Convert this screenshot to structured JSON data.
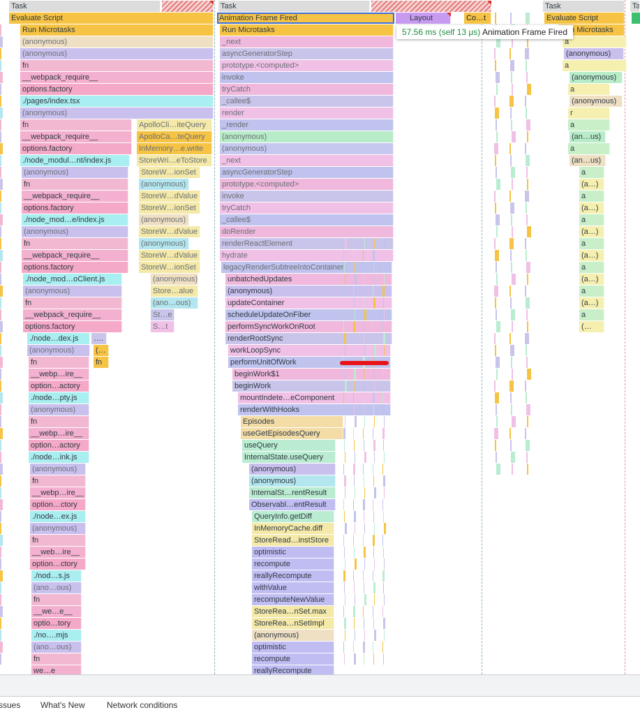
{
  "flame_chart": {
    "tooltip": {
      "duration": "57.56 ms (self 13 μs)",
      "name": "Animation Frame Fired"
    },
    "columns": [
      {
        "id": "col1",
        "rows": [
          "Task",
          "Evaluate Script",
          "Run Microtasks",
          "(anonymous)",
          "(anonymous)",
          "fn",
          "__webpack_require__",
          "options.factory",
          "./pages/index.tsx",
          "(anonymous)",
          "fn",
          "__webpack_require__",
          "options.factory",
          "./node_modul…nt/index.js",
          "(anonymous)",
          "fn",
          "__webpack_require__",
          "options.factory",
          "./node_mod…e/index.js",
          "(anonymous)",
          "fn",
          "__webpack_require__",
          "options.factory",
          "./node_mod…oClient.js",
          "(anonymous)",
          "fn",
          "__webpack_require__",
          "options.factory",
          "./node…dex.js",
          "(anonymous)",
          "fn",
          "__webp…ire__",
          "option…actory",
          "./node…pty.js",
          "(anonymous)",
          "fn",
          "__webp…ire__",
          "option…actory",
          "./node…ink.js",
          "(anonymous)",
          "fn",
          "__webp…ire__",
          "option…ctory",
          "./node…ex.js",
          "(anonymous)",
          "fn",
          "__web…ire__",
          "option…ctory",
          "./nod…s.js",
          "(ano…ous)",
          "fn",
          "__we…e__",
          "optio…tory",
          "./no….mjs",
          "(ano…ous)",
          "fn",
          "we…e"
        ]
      },
      {
        "id": "col1b",
        "rows": [
          "ApolloCli…iteQuery",
          "ApolloCa…teQuery",
          "InMemory…e.write",
          "StoreWri…eToStore",
          "StoreW…ionSet",
          "(anonymous)",
          "StoreW…dValue",
          "StoreW…ionSet",
          "(anonymous)",
          "StoreW…dValue",
          "(anonymous)",
          "StoreW…dValue",
          "StoreW…ionSet",
          "(anonymous)",
          "Store…alue",
          "(ano…ous)",
          "St…e",
          "S…t"
        ]
      },
      {
        "id": "col1c",
        "rows": [
          "….",
          "(…",
          "fn"
        ]
      },
      {
        "id": "col2",
        "rows": [
          "Task",
          "Animation Frame Fired",
          "Run Microtasks",
          "_next",
          "asyncGeneratorStep",
          "prototype.<computed>",
          "invoke",
          "tryCatch",
          "_callee$",
          "render",
          "_render",
          "(anonymous)",
          "(anonymous)",
          "_next",
          "asyncGeneratorStep",
          "prototype.<computed>",
          "invoke",
          "tryCatch",
          "_callee$",
          "doRender",
          "renderReactElement",
          "hydrate",
          "legacyRenderSubtreeIntoContainer",
          "unbatchedUpdates",
          "(anonymous)",
          "updateContainer",
          "scheduleUpdateOnFiber",
          "performSyncWorkOnRoot",
          "renderRootSync",
          "workLoopSync",
          "performUnitOfWork",
          "beginWork$1",
          "beginWork",
          "mountIndete…eComponent",
          "renderWithHooks",
          "Episodes",
          "useGetEpisodesQuery",
          "useQuery",
          "InternalState.useQuery",
          "(anonymous)",
          "(anonymous)",
          "InternalSt…rentResult",
          "Observabl…entResult",
          "QueryInfo.getDiff",
          "InMemoryCache.diff",
          "StoreRead…instStore",
          "optimistic",
          "recompute",
          "reallyRecompute",
          "withValue",
          "recomputeNewValue",
          "StoreRea…nSet.max",
          "StoreRea…nSetImpl",
          "(anonymous)",
          "optimistic",
          "recompute",
          "reallyRecompute"
        ]
      },
      {
        "id": "col2b",
        "rows": [
          "Layout",
          "Co…t"
        ]
      },
      {
        "id": "col3",
        "rows": [
          "Task",
          "Evaluate Script",
          "Run Microtasks",
          "a",
          "(anonymous)",
          "a",
          "(anonymous)",
          "a",
          "(anonymous)",
          "r",
          "a",
          "(an…us)",
          "a",
          "(an…us)",
          "a",
          "(a…)",
          "a",
          "(a…)",
          "a",
          "(a…)",
          "a",
          "(a…)",
          "a",
          "(a…)",
          "a",
          "(a…)",
          "a",
          "(…"
        ]
      },
      {
        "id": "col4",
        "rows": [
          "Ta"
        ]
      }
    ]
  },
  "drawer": {
    "tabs": [
      "ssues",
      "What's New",
      "Network conditions"
    ]
  },
  "colors": {
    "task": "#dcdcdc",
    "script": "#f6c344",
    "selection": "#3c6fd8",
    "long_task_hatch": "#e37b7b",
    "flag": "#e8131a"
  }
}
